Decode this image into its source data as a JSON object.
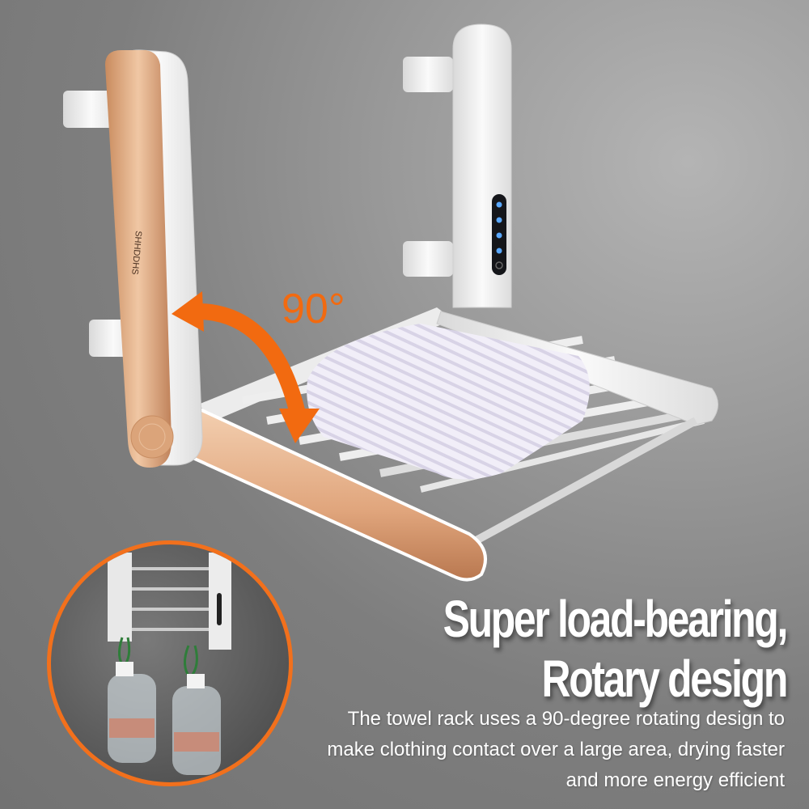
{
  "product_image": {
    "subject": "folding heated towel rack",
    "rotation_label": "90°",
    "accent_color": "#f26a10",
    "brand_engraving": "SHHDDHS",
    "indicator_lights": 4
  },
  "inset_photo": {
    "subject": "rack holding two hanging water bottles",
    "border_color": "#f2701c"
  },
  "headline": {
    "line1": "Super load-bearing,",
    "line2": "Rotary design"
  },
  "description": {
    "line1": "The towel rack uses a 90-degree rotating design to",
    "line2": "make clothing contact over a large area, drying faster",
    "line3": "and more energy efficient"
  }
}
